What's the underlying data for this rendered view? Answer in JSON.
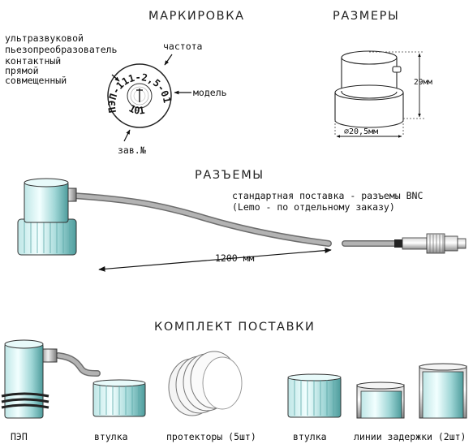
{
  "marking": {
    "title": "МАРКИРОВКА",
    "type_lines": [
      "ультразвуковой",
      "пьезопреобразователь",
      "контактный",
      "прямой",
      "совмещенный"
    ],
    "frequency_label": "частота",
    "model_label": "модель",
    "serial_label": "зав.№",
    "stamp_text": "ПЭП-111-2,5-01",
    "stamp_serial": "101"
  },
  "dimensions": {
    "title": "РАЗМЕРЫ",
    "height_label": "29мм",
    "diameter_label": "⌀20,5мм"
  },
  "connectors": {
    "title": "РАЗЪЕМЫ",
    "note_line1": "стандартная поставка - разъемы BNC",
    "note_line2": "(Lemo - по отдельному заказу)",
    "cable_length": "1200 мм"
  },
  "kit": {
    "title": "КОМПЛЕКТ ПОСТАВКИ",
    "items": [
      "ПЭП",
      "втулка",
      "протекторы (5шт)",
      "втулка",
      "линии задержки (2шт)"
    ]
  },
  "colors": {
    "teal_light": "#cdeeee",
    "teal_mid": "#8ccccc",
    "teal_dark": "#3f8f8f",
    "cable": "#a9a9a9",
    "cable_dark": "#6d6d6d",
    "outline": "#222222"
  }
}
